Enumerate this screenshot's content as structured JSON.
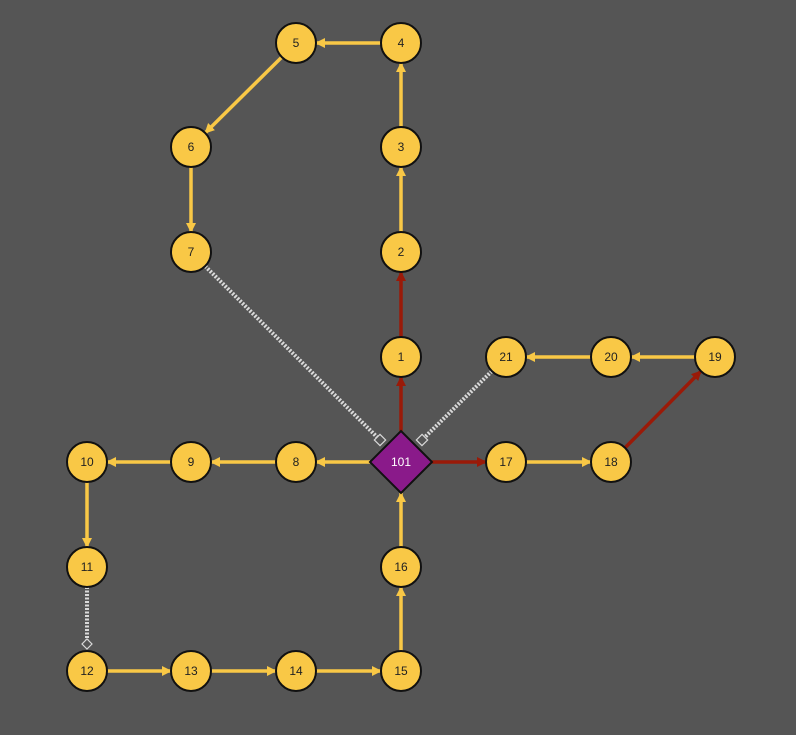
{
  "colors": {
    "background": "#555555",
    "node_fill": "#f9c846",
    "node_stroke": "#111111",
    "hub_fill": "#8a1a8a",
    "edge_normal": "#f9c846",
    "edge_highlight": "#9a1a08",
    "edge_dashed": "#d9d9d9"
  },
  "hub": {
    "id": "101",
    "label": "101"
  },
  "nodes": [
    {
      "id": "1",
      "label": "1"
    },
    {
      "id": "2",
      "label": "2"
    },
    {
      "id": "3",
      "label": "3"
    },
    {
      "id": "4",
      "label": "4"
    },
    {
      "id": "5",
      "label": "5"
    },
    {
      "id": "6",
      "label": "6"
    },
    {
      "id": "7",
      "label": "7"
    },
    {
      "id": "8",
      "label": "8"
    },
    {
      "id": "9",
      "label": "9"
    },
    {
      "id": "10",
      "label": "10"
    },
    {
      "id": "11",
      "label": "11"
    },
    {
      "id": "12",
      "label": "12"
    },
    {
      "id": "13",
      "label": "13"
    },
    {
      "id": "14",
      "label": "14"
    },
    {
      "id": "15",
      "label": "15"
    },
    {
      "id": "16",
      "label": "16"
    },
    {
      "id": "17",
      "label": "17"
    },
    {
      "id": "18",
      "label": "18"
    },
    {
      "id": "19",
      "label": "19"
    },
    {
      "id": "20",
      "label": "20"
    },
    {
      "id": "21",
      "label": "21"
    }
  ],
  "edges": [
    {
      "from": "101",
      "to": "1",
      "style": "highlight"
    },
    {
      "from": "1",
      "to": "2",
      "style": "highlight"
    },
    {
      "from": "2",
      "to": "3",
      "style": "normal"
    },
    {
      "from": "3",
      "to": "4",
      "style": "normal"
    },
    {
      "from": "4",
      "to": "5",
      "style": "normal"
    },
    {
      "from": "5",
      "to": "6",
      "style": "normal"
    },
    {
      "from": "6",
      "to": "7",
      "style": "normal"
    },
    {
      "from": "7",
      "to": "101",
      "style": "dashed"
    },
    {
      "from": "101",
      "to": "8",
      "style": "normal"
    },
    {
      "from": "8",
      "to": "9",
      "style": "normal"
    },
    {
      "from": "9",
      "to": "10",
      "style": "normal"
    },
    {
      "from": "10",
      "to": "11",
      "style": "normal"
    },
    {
      "from": "11",
      "to": "12",
      "style": "dashed"
    },
    {
      "from": "12",
      "to": "13",
      "style": "normal"
    },
    {
      "from": "13",
      "to": "14",
      "style": "normal"
    },
    {
      "from": "14",
      "to": "15",
      "style": "normal"
    },
    {
      "from": "15",
      "to": "16",
      "style": "normal"
    },
    {
      "from": "16",
      "to": "101",
      "style": "normal"
    },
    {
      "from": "101",
      "to": "17",
      "style": "highlight"
    },
    {
      "from": "17",
      "to": "18",
      "style": "normal"
    },
    {
      "from": "18",
      "to": "19",
      "style": "highlight"
    },
    {
      "from": "19",
      "to": "20",
      "style": "normal"
    },
    {
      "from": "20",
      "to": "21",
      "style": "normal"
    },
    {
      "from": "21",
      "to": "101",
      "style": "dashed"
    }
  ]
}
